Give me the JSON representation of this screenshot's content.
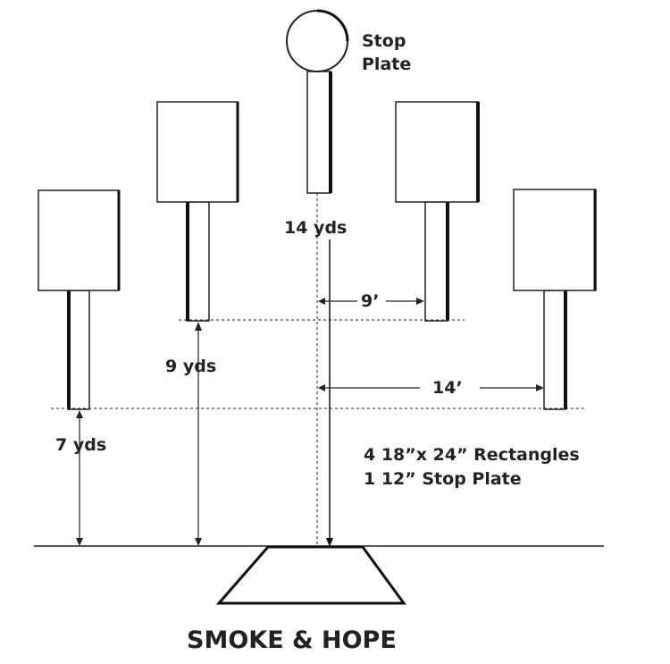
{
  "labels": {
    "stop_plate_line1": "Stop",
    "stop_plate_line2": "Plate",
    "dist_14yds": "14 yds",
    "dist_9ft": "9’",
    "dist_9yds": "9 yds",
    "dist_14ft": "14’",
    "dist_7yds": "7 yds",
    "note_line1": "4 18”x 24” Rectangles",
    "note_line2": "1 12” Stop Plate",
    "title": "SMOKE & HOPE"
  },
  "targets": {
    "rectangle_count": 4,
    "stop_plate_count": 1
  }
}
